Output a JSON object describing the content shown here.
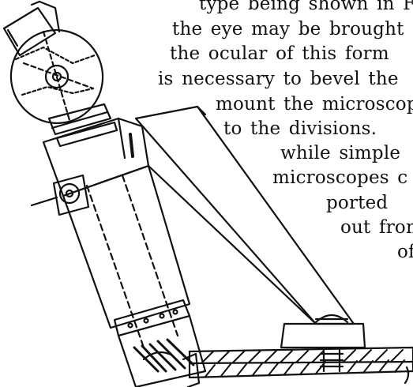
{
  "text_lines": [
    "type being shown in Fig.",
    "the eye may be brought",
    "the ocular of this form",
    "is necessary to bevel the",
    "mount the microscop",
    "to the divisions.",
    "while simple",
    "microscopes c",
    "ported",
    "out fron",
    "of"
  ],
  "figure": {
    "subject": "microscope-on-divided-scale",
    "ink_color": "#111111"
  }
}
